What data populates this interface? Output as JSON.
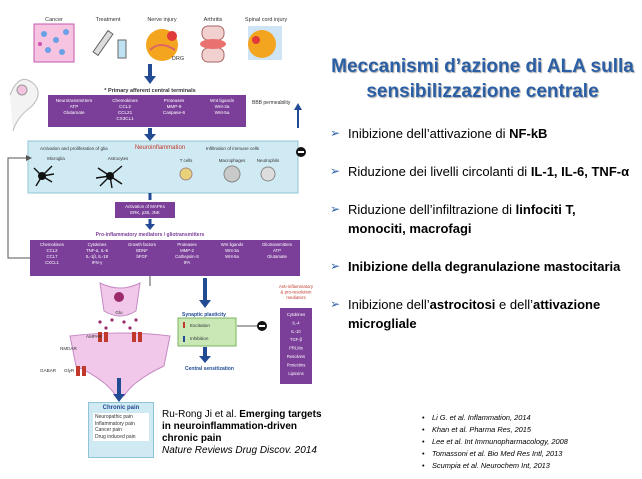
{
  "title": "Meccanismi d’azione di ALA sulla sensibilizzazione centrale",
  "bullets": [
    {
      "pre": "Inibizione dell’attivazione di ",
      "bold": "NF-kB",
      "post": ""
    },
    {
      "pre": "Riduzione dei livelli circolanti di ",
      "bold": "IL-1, IL-6, TNF-α",
      "post": ""
    },
    {
      "pre": "Riduzione dell’infiltrazione di ",
      "bold": "linfociti T, monociti, macrofagi",
      "post": ""
    },
    {
      "pre": "",
      "bold": "Inibizione della degranulazione mastocitaria",
      "post": ""
    },
    {
      "pre": "Inibizione dell’",
      "bold": "astrocitosi",
      "mid": " e dell’",
      "bold2": "attivazione microgliale",
      "post": ""
    }
  ],
  "citation": {
    "authors": "Ru-Rong Ji et al. ",
    "title": "Emerging targets in neuroinflammation-driven chronic pain",
    "journal": "Nature Reviews Drug Discov. 2014"
  },
  "references": [
    "Li G. et al. Inflammation, 2014",
    "Khan et al. Pharma Res, 2015",
    "Lee et al. Int Immunopharmacology, 2008",
    "Tomassoni et al. Bio Med Res Intl, 2013",
    "Scumpia et al. Neurochem Int, 2013"
  ],
  "diagram": {
    "top_labels": [
      "Cancer",
      "Treatment",
      "Nerve injury",
      "Arthritis",
      "Spinal cord injury"
    ],
    "dorsal_label": "DRG",
    "primary_terminals": "* Primary afferent central terminals",
    "purple_top": [
      "Neurotransmitters\nATP\nGlutamate",
      "Chemokines\nCCL2\nCCL21\nCX3CL1",
      "Proteases\nMMP-9\nCaspase-6",
      "Wnt ligands\nWnt-3a\nWnt-5a"
    ],
    "bbb": "BBB permeability",
    "neuroinflammation": "Neuroinflammation",
    "activation_label": "Activation and proliferation of glia",
    "infiltration_label": "Infiltration of immune cells",
    "cells": [
      "Microglia",
      "Astrocytes",
      "T cells",
      "Macrophages",
      "Neutrophils"
    ],
    "mapk": "Activation of MAPKs\nERK, p38, JNK",
    "mediators": "Pro-inflammatory mediators / gliotransmitters",
    "purple_bottom": [
      "Chemokines\nCCL2\nCCL7\nCXCL1",
      "Cytokines\nTNF-α, IL-6\nIL-1β, IL-18\nIFN-γ",
      "Growth factors\nBDNF\nbFGF",
      "Proteases\nMMP-2\nCathepsin-S\ntPA",
      "Wnt ligands\nWnt-3a\nWnt-5a",
      "Gliotransmitters\nATP\nGlutamate"
    ],
    "synaptic_plasticity": "Synaptic plasticity",
    "excitation": "Excitation",
    "inhibition": "Inhibition",
    "central_sensitization": "Central sensitization",
    "anti_inflammatory": "Anti-inflammatory\n& pro-resolution\nmediators",
    "anti_items": "Cytokines\nIL-4\nIL-10\nTGF-β\nPRLMs\nResolvins\nProtectins\nLipoxins",
    "glu": "Glu",
    "receptors": [
      "AMPAR",
      "NMDAR",
      "GABAR",
      "GlyR"
    ],
    "chronic_pain": "Chronic pain",
    "chronic_pain_items": "Neuropathic pain\nInflammatory pain\nCancer pain\nDrug induced pain"
  }
}
